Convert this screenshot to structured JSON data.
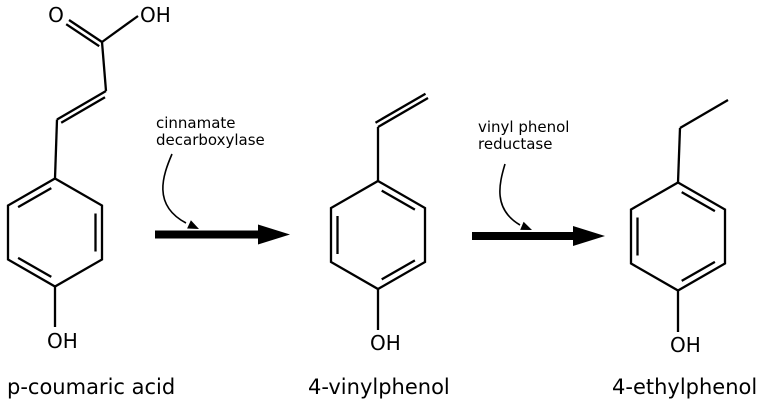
{
  "colors": {
    "ink": "#000000",
    "background": "#ffffff"
  },
  "compounds": [
    {
      "name": "p-coumaric acid",
      "atom_labels": {
        "carbonyl_oxygen": "O",
        "acid_hydroxyl": "OH",
        "phenol_hydroxyl": "OH"
      }
    },
    {
      "name": "4-vinylphenol",
      "atom_labels": {
        "phenol_hydroxyl": "OH"
      }
    },
    {
      "name": "4-ethylphenol",
      "atom_labels": {
        "phenol_hydroxyl": "OH"
      }
    }
  ],
  "reactions": [
    {
      "enzyme_lines": [
        "cinnamate",
        "decarboxylase"
      ]
    },
    {
      "enzyme_lines": [
        "vinyl phenol",
        "reductase"
      ]
    }
  ]
}
